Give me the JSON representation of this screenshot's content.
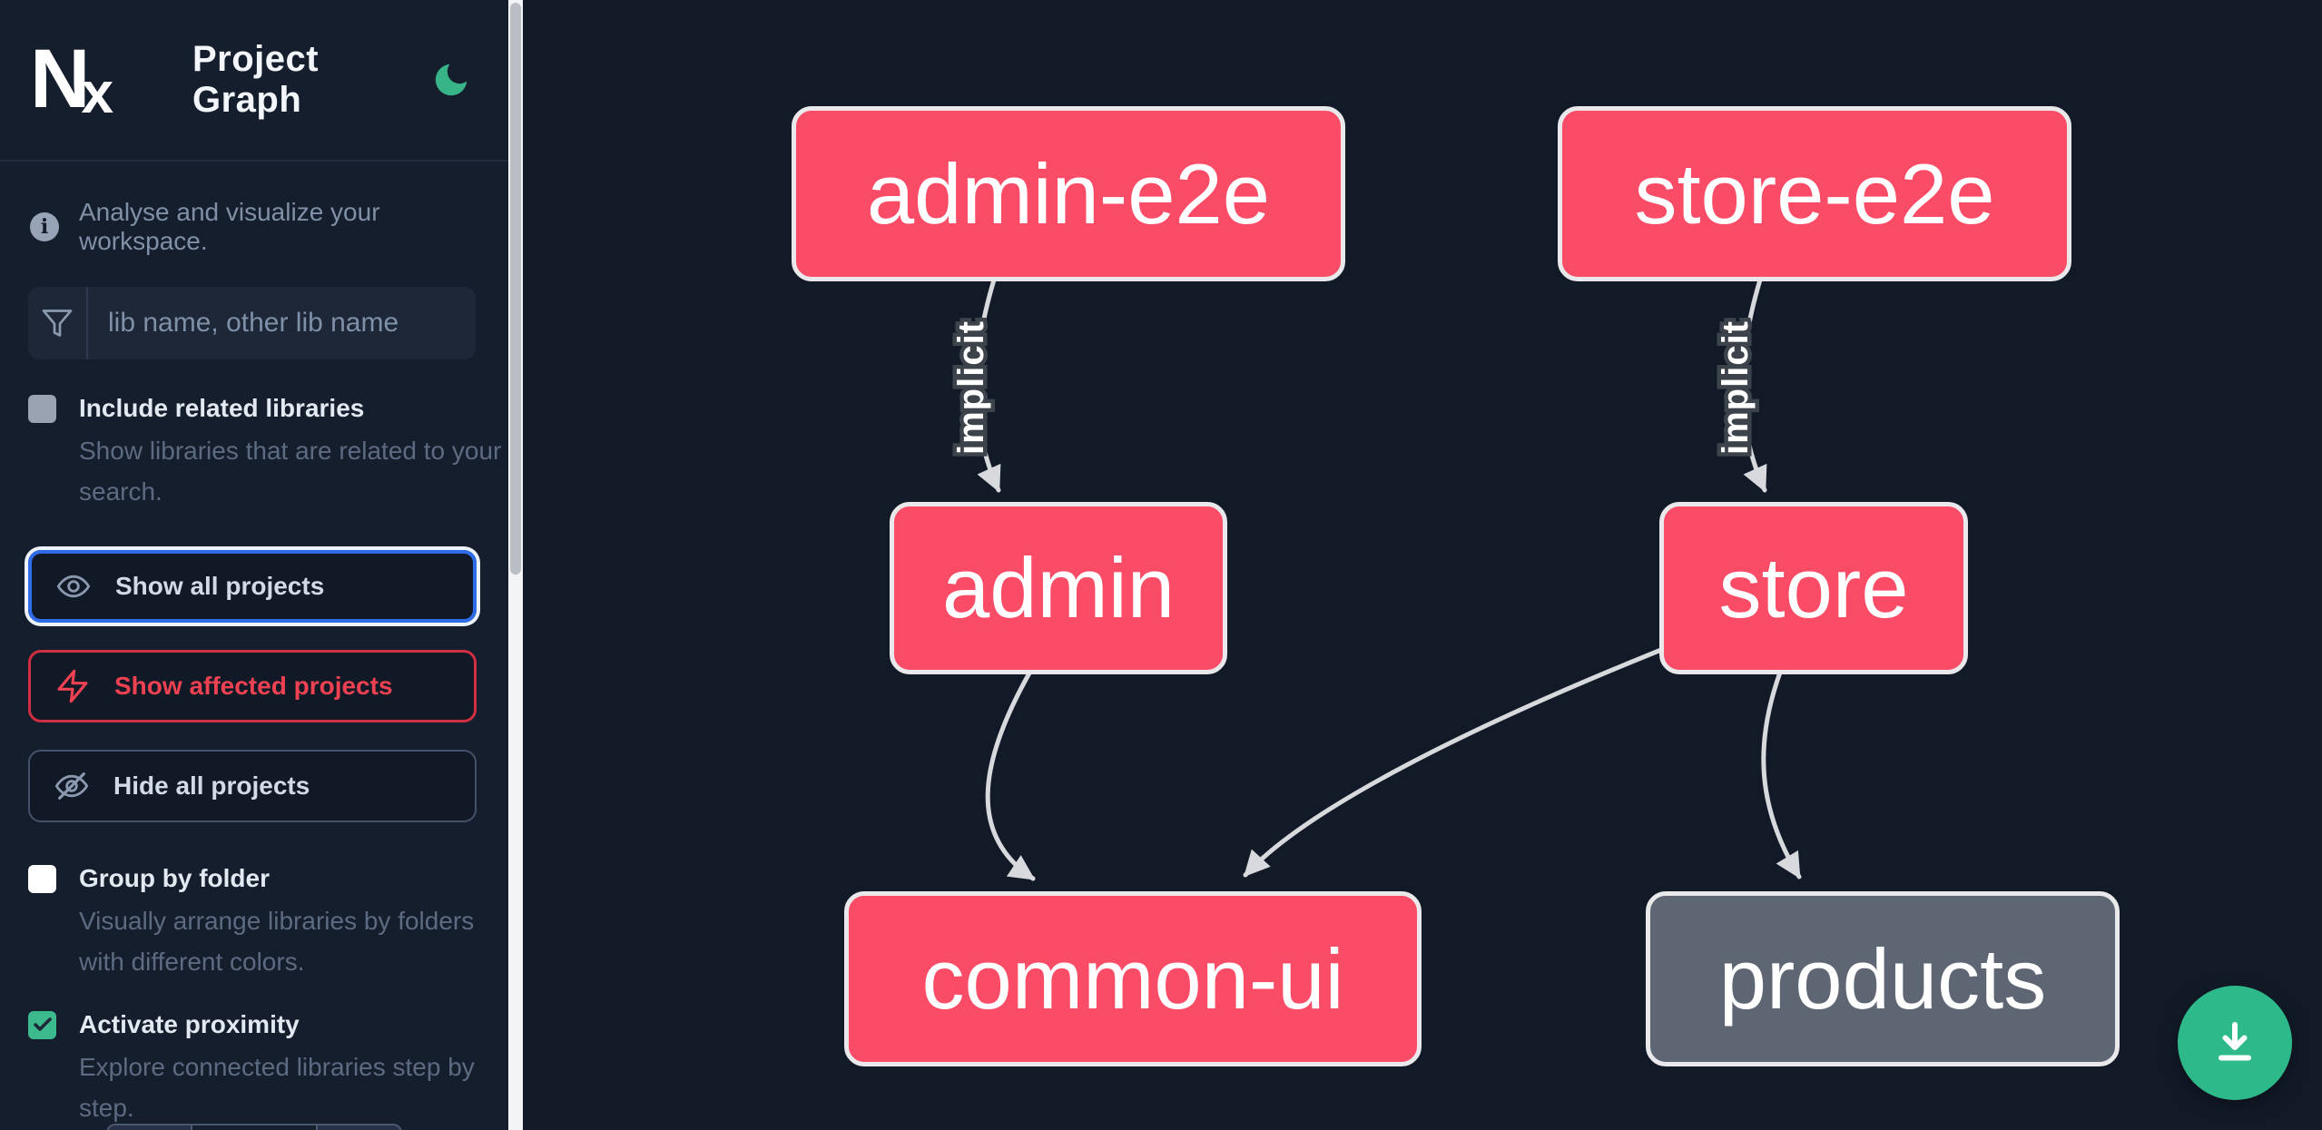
{
  "header": {
    "logo_n": "N",
    "logo_x": "x",
    "title": "Project Graph",
    "theme_icon": "moon-icon"
  },
  "sidebar": {
    "tagline": "Analyse and visualize your workspace.",
    "search": {
      "placeholder": "lib name, other lib name",
      "value": "",
      "icon": "funnel-filter-icon"
    },
    "checkboxes": [
      {
        "label": "Include related libraries",
        "description": "Show libraries that are related to your search.",
        "checked": false,
        "disabled": true
      },
      {
        "label": "Group by folder",
        "description": "Visually arrange libraries by folders with different colors.",
        "checked": false
      },
      {
        "label": "Activate proximity",
        "description": "Explore connected libraries step by step.",
        "checked": true
      }
    ],
    "buttons": [
      {
        "label": "Show all projects",
        "icon": "eye-icon",
        "state": "focused"
      },
      {
        "label": "Show affected projects",
        "icon": "lightning-icon",
        "state": "affected"
      },
      {
        "label": "Hide all projects",
        "icon": "eye-off-icon",
        "state": "default"
      }
    ]
  },
  "graph": {
    "nodes": [
      {
        "label": "admin-e2e",
        "color": "pink"
      },
      {
        "label": "store-e2e",
        "color": "pink"
      },
      {
        "label": "admin",
        "color": "pink"
      },
      {
        "label": "store",
        "color": "pink"
      },
      {
        "label": "common-ui",
        "color": "pink"
      },
      {
        "label": "products",
        "color": "gray"
      }
    ],
    "edges": [
      {
        "source": "admin-e2e",
        "target": "admin",
        "label": "implicit"
      },
      {
        "source": "store-e2e",
        "target": "store",
        "label": "implicit"
      },
      {
        "source": "admin",
        "target": "common-ui",
        "label": ""
      },
      {
        "source": "store",
        "target": "common-ui",
        "label": ""
      },
      {
        "source": "store",
        "target": "products",
        "label": ""
      }
    ]
  },
  "download": {
    "icon": "download-icon"
  },
  "colors": {
    "sidebar_bg": "#151e2d",
    "canvas_bg": "#121a28",
    "node_pink": "#fb4c67",
    "node_gray": "#5f6673",
    "node_border": "#e9e9ec",
    "edge": "#d7d9dd",
    "accent_green": "#3cba8e",
    "focus_blue": "#2e6ce8",
    "affected_red": "#ee4151"
  }
}
